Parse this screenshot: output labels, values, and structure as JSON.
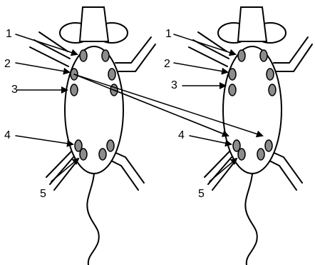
{
  "colors": {
    "electrode_fill": "#8c8c8c",
    "line": "#000000",
    "background": "#ffffff"
  },
  "labels": {
    "n1": "1",
    "n2": "2",
    "n3": "3",
    "n4": "4",
    "n5": "5"
  }
}
